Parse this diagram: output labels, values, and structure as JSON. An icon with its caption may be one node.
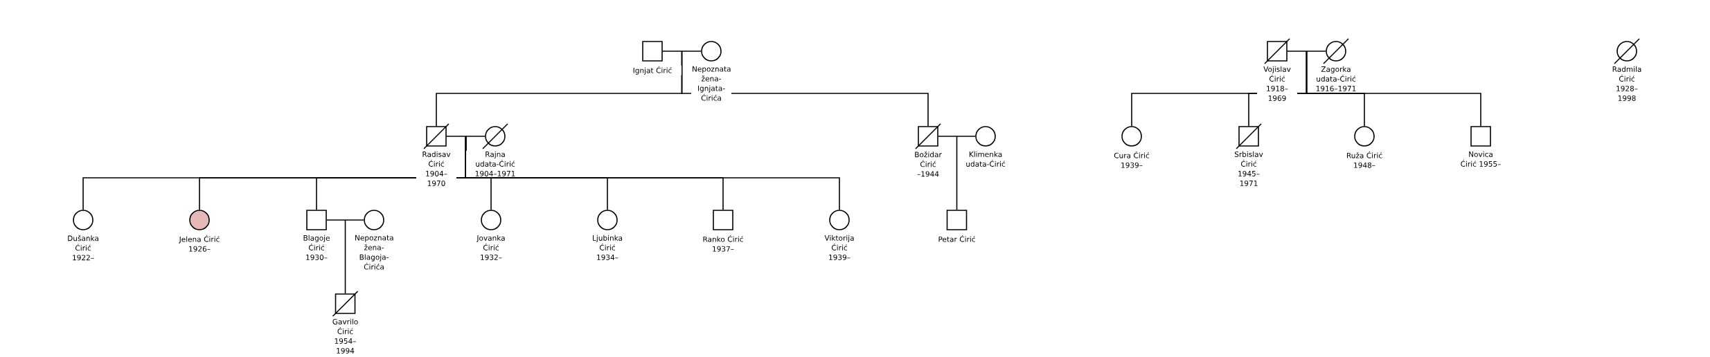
{
  "diagram": {
    "nodes": [
      {
        "text": [],
        "shape": "box",
        "beside": [
          "Ignjat Ćirić"
        ]
      },
      {
        "text": [],
        "shape": "circle",
        "beside": [
          "Nepoznata žena-Ignjata-Ćirića"
        ]
      },
      {
        "text": [],
        "shape": "crossed-box",
        "beside": [
          "Radisav Ćirić 1904–1970"
        ]
      },
      {
        "text": [],
        "shape": "crossed-circle",
        "beside": [
          "Rajna udata-Ćirić 1904–1971"
        ]
      },
      {
        "text": [],
        "shape": "crossed-box",
        "beside": [
          "Božidar Ćirić –1944"
        ]
      },
      {
        "text": [],
        "shape": "circle",
        "beside": [
          "Klimenka udata-Ćirić"
        ]
      },
      {
        "text": [],
        "shape": "circle",
        "beside": [
          "Dušanka Ćirić 1922–"
        ]
      },
      {
        "text": [],
        "shape": "shaded-circle",
        "beside": [
          "Jelena Ćirić 1926–"
        ]
      },
      {
        "text": [],
        "shape": "box",
        "beside": [
          "Blagoje Ćirić 1930–"
        ]
      },
      {
        "text": [],
        "shape": "circle",
        "beside": [
          "Nepoznata žena-Blagoja-Ćirića"
        ]
      },
      {
        "text": [],
        "shape": "circle",
        "beside": [
          "Jovanka Ćirić 1932–"
        ]
      },
      {
        "text": [],
        "shape": "circle",
        "beside": [
          "Ljubinka Ćirić 1934–"
        ]
      },
      {
        "text": [],
        "shape": "box",
        "beside": [
          "Ranko Ćirić 1937–"
        ]
      },
      {
        "text": [],
        "shape": "circle",
        "beside": [
          "Viktorija Ćirić 1939–"
        ]
      },
      {
        "text": [],
        "shape": "crossed-box",
        "beside": [
          "Gavrilo Ćirić 1954–1994"
        ]
      },
      {
        "text": [],
        "shape": "box",
        "beside": [
          "Petar Ćirić"
        ]
      },
      {
        "text": [],
        "shape": "crossed-box",
        "beside": [
          "Vojislav Ćirić 1918–1969"
        ]
      },
      {
        "text": [],
        "shape": "crossed-circle",
        "beside": [
          "Zagorka udata-Ćirić 1916–1971"
        ]
      },
      {
        "text": [],
        "shape": "circle",
        "beside": [
          "Cura Ćirić 1939–"
        ]
      },
      {
        "text": [],
        "shape": "crossed-box",
        "beside": [
          "Srbislav Ćirić 1945–1971"
        ]
      },
      {
        "text": [],
        "shape": "circle",
        "beside": [
          "Ruža Ćirić 1948–"
        ]
      },
      {
        "text": [],
        "shape": "box",
        "beside": [
          "Novica Ćirić 1955–"
        ]
      },
      {
        "text": [],
        "shape": "crossed-circle",
        "beside": [
          "Radmila Ćirić 1928–1998"
        ]
      }
    ],
    "edges": [
      {
        "from": 0,
        "to": 1,
        "arrow": "none"
      },
      {
        "from": 2,
        "to": 3,
        "arrow": "none"
      },
      {
        "from": 4,
        "to": 5,
        "arrow": "none"
      },
      {
        "from": 8,
        "to": 9,
        "arrow": "none"
      },
      {
        "from": 16,
        "to": 17,
        "arrow": "none"
      },
      {
        "from": 0,
        "to": 2,
        "arrow": "none"
      },
      {
        "from": 0,
        "to": 4,
        "arrow": "none"
      },
      {
        "from": 2,
        "to": 6,
        "arrow": "none"
      },
      {
        "from": 2,
        "to": 7,
        "arrow": "none"
      },
      {
        "from": 2,
        "to": 8,
        "arrow": "none"
      },
      {
        "from": 2,
        "to": 10,
        "arrow": "none"
      },
      {
        "from": 2,
        "to": 11,
        "arrow": "none"
      },
      {
        "from": 2,
        "to": 12,
        "arrow": "none"
      },
      {
        "from": 2,
        "to": 13,
        "arrow": "none"
      },
      {
        "from": 8,
        "to": 14,
        "arrow": "none"
      },
      {
        "from": 4,
        "to": 15,
        "arrow": "none"
      },
      {
        "from": 16,
        "to": 18,
        "arrow": "none"
      },
      {
        "from": 16,
        "to": 19,
        "arrow": "none"
      },
      {
        "from": 16,
        "to": 20,
        "arrow": "none"
      },
      {
        "from": 16,
        "to": 21,
        "arrow": "none"
      }
    ]
  }
}
